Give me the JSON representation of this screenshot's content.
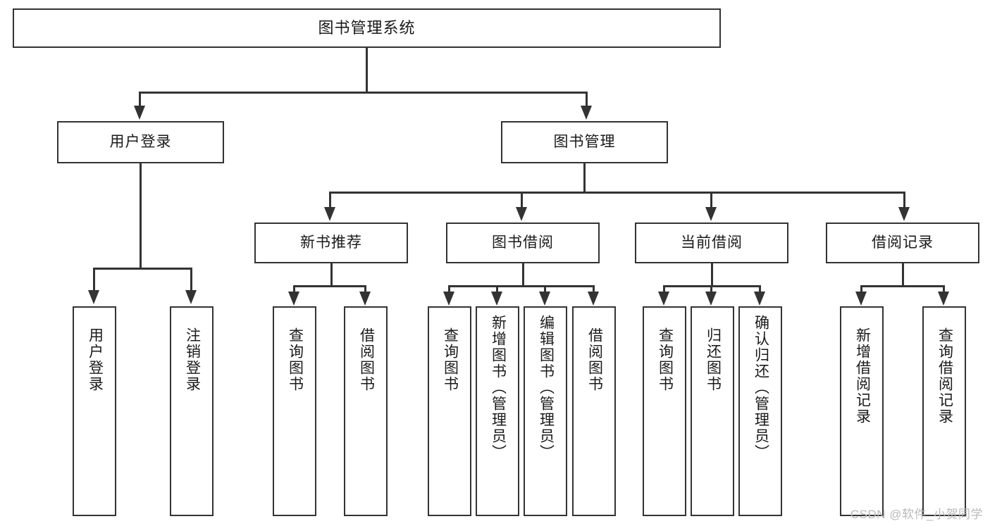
{
  "diagram": {
    "title": "图书管理系统",
    "type": "tree",
    "root": {
      "label": "图书管理系统",
      "orientation": "horizontal"
    },
    "level1": [
      {
        "label": "用户登录",
        "orientation": "horizontal"
      },
      {
        "label": "图书管理",
        "orientation": "horizontal"
      }
    ],
    "level2": [
      {
        "label": "新书推荐",
        "orientation": "horizontal"
      },
      {
        "label": "图书借阅",
        "orientation": "horizontal"
      },
      {
        "label": "当前借阅",
        "orientation": "horizontal"
      },
      {
        "label": "借阅记录",
        "orientation": "horizontal"
      }
    ],
    "leaves": {
      "user_login": [
        {
          "label": "用户登录",
          "orientation": "vertical"
        },
        {
          "label": "注销登录",
          "orientation": "vertical"
        }
      ],
      "new_book_recommend": [
        {
          "label": "查询图书",
          "orientation": "vertical"
        },
        {
          "label": "借阅图书",
          "orientation": "vertical"
        }
      ],
      "book_borrow": [
        {
          "label": "查询图书",
          "orientation": "vertical"
        },
        {
          "label": "新增图书（管理员）",
          "orientation": "vertical"
        },
        {
          "label": "编辑图书（管理员）",
          "orientation": "vertical"
        },
        {
          "label": "借阅图书",
          "orientation": "vertical"
        }
      ],
      "current_borrow": [
        {
          "label": "查询图书",
          "orientation": "vertical"
        },
        {
          "label": "归还图书",
          "orientation": "vertical"
        },
        {
          "label": "确认归还（管理员）",
          "orientation": "vertical"
        }
      ],
      "borrow_record": [
        {
          "label": "新增借阅记录",
          "orientation": "vertical"
        },
        {
          "label": "查询借阅记录",
          "orientation": "vertical"
        }
      ]
    }
  },
  "watermark": {
    "text": "CSDN @软件_小贺同学"
  },
  "colors": {
    "stroke": "#333333",
    "text": "#1a1a1a",
    "background": "#ffffff",
    "watermark": "#b9b9b9"
  }
}
